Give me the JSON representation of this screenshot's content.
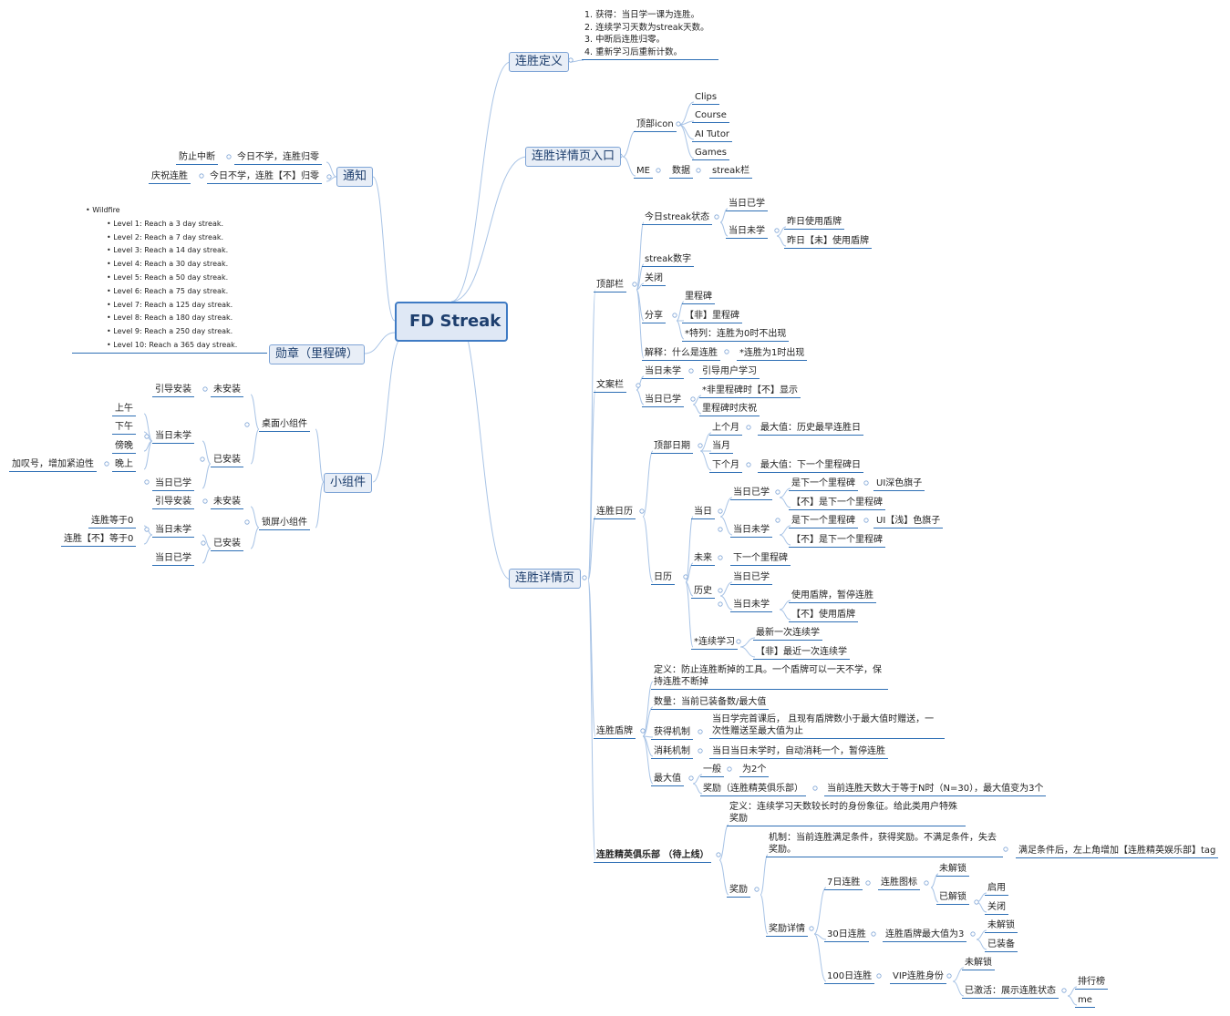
{
  "root": "FD Streak",
  "definition": {
    "title": "连胜定义",
    "items": [
      "1. 获得：当日学一课为连胜。",
      "2. 连续学习天数为streak天数。",
      "3. 中断后连胜归零。",
      "4. 重新学习后重新计数。"
    ]
  },
  "entry": {
    "title": "连胜详情页入口",
    "top_icon": "顶部icon",
    "icons": [
      "Clips",
      "Course",
      "AI Tutor",
      "Games"
    ],
    "me": "ME",
    "me_data": "数据",
    "streak_bar": "streak栏"
  },
  "notify": {
    "title": "通知",
    "prevent": "防止中断",
    "prevent_desc": "今日不学，连胜归零",
    "celebrate": "庆祝连胜",
    "celebrate_desc": "今日不学，连胜【不】归零"
  },
  "badge": {
    "title": "勋章（里程碑）",
    "series": "Wildfire",
    "levels": [
      "Level 1: Reach a 3 day streak.",
      "Level 2: Reach a 7 day streak.",
      "Level 3: Reach a 14 day streak.",
      "Level 4: Reach a 30 day streak.",
      "Level 5: Reach a 50 day streak.",
      "Level 6: Reach a 75 day streak.",
      "Level 7: Reach a 125 day streak.",
      "Level 8: Reach a 180 day streak.",
      "Level 9: Reach a 250 day streak.",
      "Level 10: Reach a 365 day streak."
    ]
  },
  "widget": {
    "title": "小组件",
    "desktop": "桌面小组件",
    "lock": "锁屏小组件",
    "not_installed": "未安装",
    "guide_install": "引导安装",
    "installed": "已安装",
    "unlearned": "当日未学",
    "learned": "当日已学",
    "times": [
      "上午",
      "下午",
      "傍晚",
      "晚上"
    ],
    "evening_note": "加叹号，增加紧迫性",
    "zero": "连胜等于0",
    "not_zero": "连胜【不】等于0"
  },
  "detail": {
    "title": "连胜详情页",
    "topbar": {
      "title": "顶部栏",
      "today": "今日streak状态",
      "learned": "当日已学",
      "unlearned": "当日未学",
      "used_shield": "昨日使用盾牌",
      "not_used_shield": "昨日【未】使用盾牌",
      "number": "streak数字",
      "close": "关闭",
      "share": "分享",
      "milestone": "里程碑",
      "not_milestone": "【非】里程碑",
      "special": "*特列：连胜为0时不出现",
      "explain": "解释：什么是连胜",
      "explain_note": "*连胜为1时出现"
    },
    "copy": {
      "title": "文案栏",
      "unlearned": "当日未学",
      "guide": "引导用户学习",
      "learned": "当日已学",
      "non_milestone": "*非里程碑时【不】显示",
      "milestone": "里程碑时庆祝"
    },
    "calendar": {
      "title": "连胜日历",
      "top_date": "顶部日期",
      "prev": "上个月",
      "prev_max": "最大值：历史最早连胜日",
      "cur": "当月",
      "next": "下个月",
      "next_max": "最大值：下一个里程碑日",
      "cal": "日历",
      "today": "当日",
      "learned": "当日已学",
      "unlearned": "当日未学",
      "is_next": "是下一个里程碑",
      "not_next": "【不】是下一个里程碑",
      "deep_flag": "UI深色旗子",
      "light_flag": "UI【浅】色旗子",
      "future": "未来",
      "next_milestone": "下一个里程碑",
      "history": "历史",
      "use_shield": "使用盾牌，暂停连胜",
      "no_shield": "【不】使用盾牌",
      "continuous": "*连续学习",
      "latest": "最新一次连续学",
      "not_latest": "【非】最近一次连续学"
    },
    "shield": {
      "title": "连胜盾牌",
      "def": "定义：防止连胜断掉的工具。一个盾牌可以一天不学，保持连胜不断掉",
      "count": "数量：当前已装备数/最大值",
      "gain": "获得机制",
      "gain_desc": "当日学完首课后， 且现有盾牌数小于最大值时赠送，一次性赠送至最大值为止",
      "consume": "消耗机制",
      "consume_desc": "当日当日未学时，自动消耗一个，暂停连胜",
      "max": "最大值",
      "general": "一般",
      "two": "为2个",
      "reward": "奖励（连胜精英俱乐部）",
      "reward_desc": "当前连胜天数大于等于N时（N=30），最大值变为3个"
    },
    "club": {
      "title": "连胜精英俱乐部 （待上线）",
      "def": "定义：连续学习天数较长时的身份象征。给此类用户特殊奖励",
      "reward": "奖励",
      "mech": "机制：当前连胜满足条件，获得奖励。不满足条件，失去奖励。",
      "mech_result": "满足条件后，左上角增加【连胜精英娱乐部】tag",
      "detail": "奖励详情",
      "d7": "7日连胜",
      "d7_icon": "连胜图标",
      "locked": "未解锁",
      "unlocked": "已解锁",
      "on": "启用",
      "off": "关闭",
      "d30": "30日连胜",
      "d30_desc": "连胜盾牌最大值为3",
      "equipped": "已装备",
      "d100": "100日连胜",
      "vip": "VIP连胜身份",
      "activated": "已激活：展示连胜状态",
      "rank": "排行榜",
      "me": "me"
    }
  },
  "colors": {
    "line": "#a9c4e6",
    "underline": "#2e6fb5",
    "root_bg": "#dfe8f5",
    "main_bg": "#e8eef7"
  }
}
